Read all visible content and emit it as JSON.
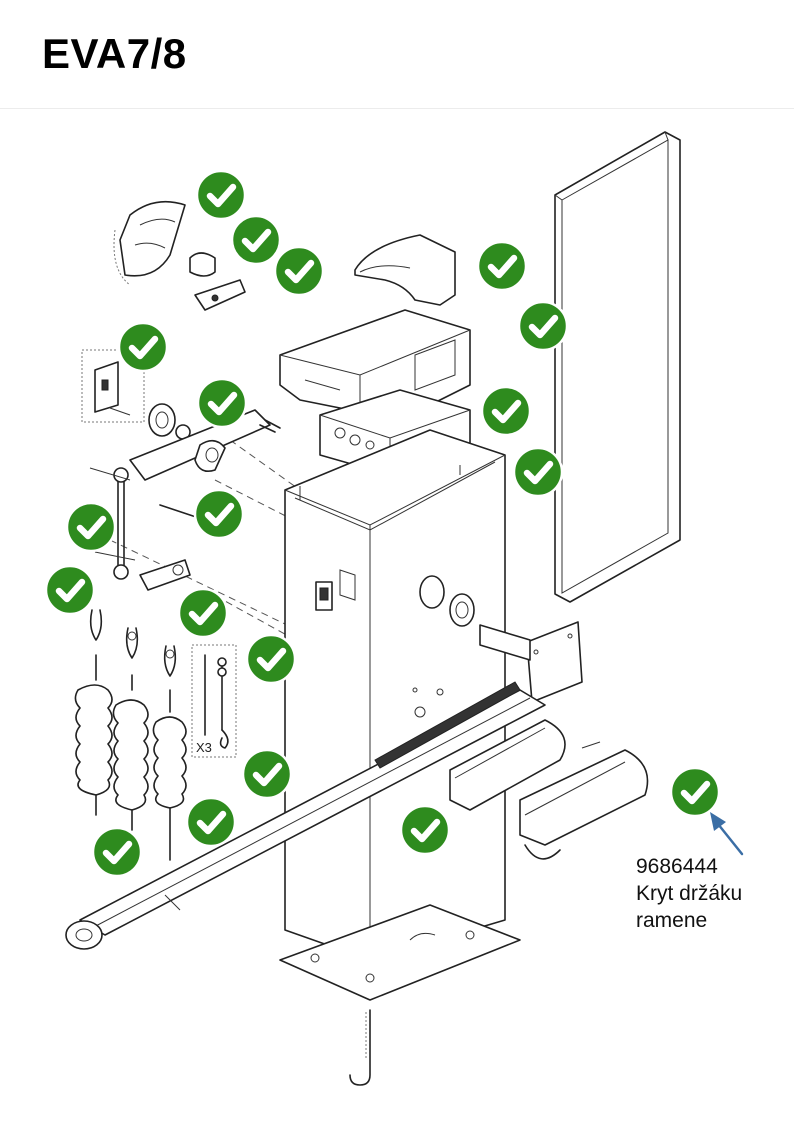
{
  "page": {
    "title": "EVA7/8"
  },
  "callout": {
    "part_number": "9686444",
    "label_line1": "Kryt držáku",
    "label_line2": "ramene",
    "arrow_color": "#3b6ea5"
  },
  "checkmark_color": "#2e8b1e",
  "x3_label": "X3",
  "icons": {
    "verified": "check-circle-icon",
    "pointer": "arrow-icon"
  }
}
